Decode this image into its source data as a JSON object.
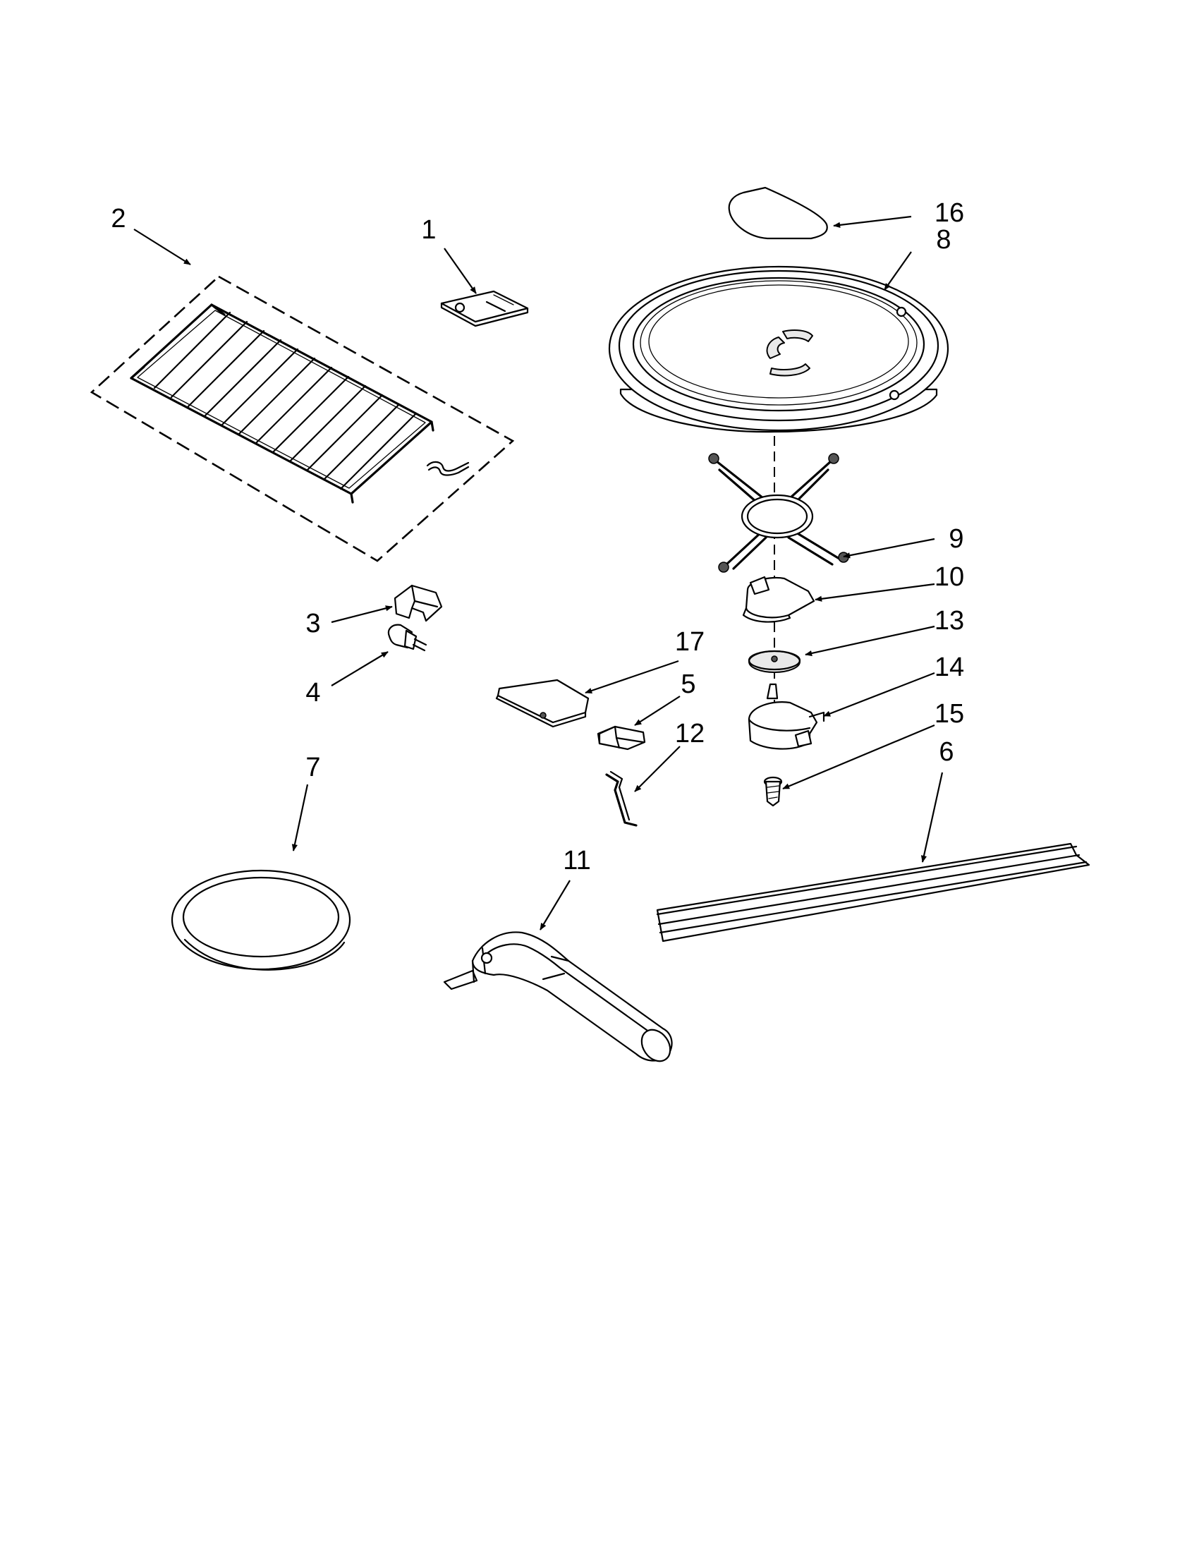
{
  "diagram": {
    "parts": [
      {
        "number": "1"
      },
      {
        "number": "2"
      },
      {
        "number": "3"
      },
      {
        "number": "4"
      },
      {
        "number": "5"
      },
      {
        "number": "6"
      },
      {
        "number": "7"
      },
      {
        "number": "8"
      },
      {
        "number": "9"
      },
      {
        "number": "10"
      },
      {
        "number": "11"
      },
      {
        "number": "12"
      },
      {
        "number": "13"
      },
      {
        "number": "14"
      },
      {
        "number": "15"
      },
      {
        "number": "16"
      },
      {
        "number": "17"
      }
    ]
  },
  "colors": {
    "ink": "#000000",
    "paper": "#ffffff"
  }
}
